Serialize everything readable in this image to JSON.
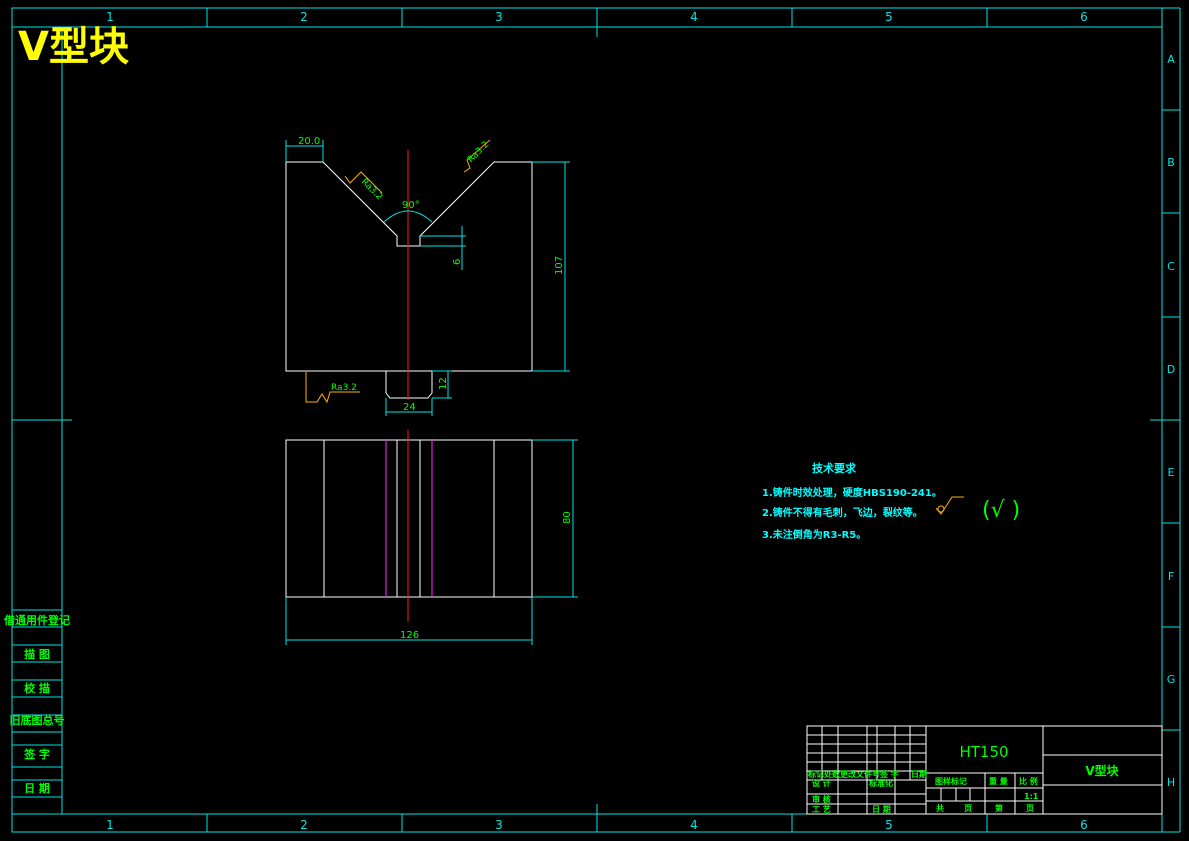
{
  "title": "V型块",
  "grid": {
    "columns": [
      "1",
      "2",
      "3",
      "4",
      "5",
      "6"
    ],
    "rows": [
      "A",
      "B",
      "C",
      "D",
      "E",
      "F",
      "G",
      "H"
    ]
  },
  "dimensions": {
    "top_width": "20.0",
    "angle": "90°",
    "groove_depth": "6",
    "height": "107",
    "slot_depth": "12",
    "slot_width": "24",
    "side_height": "80",
    "length": "126"
  },
  "roughness": {
    "left_v": "Ra3.2",
    "right_v": "Ra3.2",
    "bottom": "Ra3.2"
  },
  "tech_requirements": {
    "heading": "技术要求",
    "items": [
      "1.铸件时效处理，硬度HBS190-241。",
      "2.铸件不得有毛刺，飞边，裂纹等。",
      "3.未注倒角为R3-R5。"
    ],
    "general_finish": "(√    )"
  },
  "left_stamps": [
    "借通用件登记",
    "描 图",
    "校 描",
    "旧底图总号",
    "签 字",
    "日 期"
  ],
  "title_block": {
    "material": "HT150",
    "part_name": "V型块",
    "designer_row": [
      "标记处数",
      "更改文件号",
      "签 字",
      "日期"
    ],
    "design": "设 计",
    "standardize": "标准化",
    "review": "审 核",
    "process": "工 艺",
    "date": "日 期",
    "stage_mark": "图样标记",
    "weight": "重 量",
    "scale_label": "比 例",
    "scale": "1:1",
    "total": "共",
    "sheet_unit": "页",
    "no": "第",
    "sheet_unit2": "页"
  },
  "colors": {
    "border": "#00e5e5",
    "outline": "#ffffff",
    "centerline": "#ff2020",
    "hidden": "#e020e0",
    "dimension": "#00e5e5",
    "text": "#00ff00",
    "roughness": "#ffb000",
    "title": "#ffff00"
  }
}
